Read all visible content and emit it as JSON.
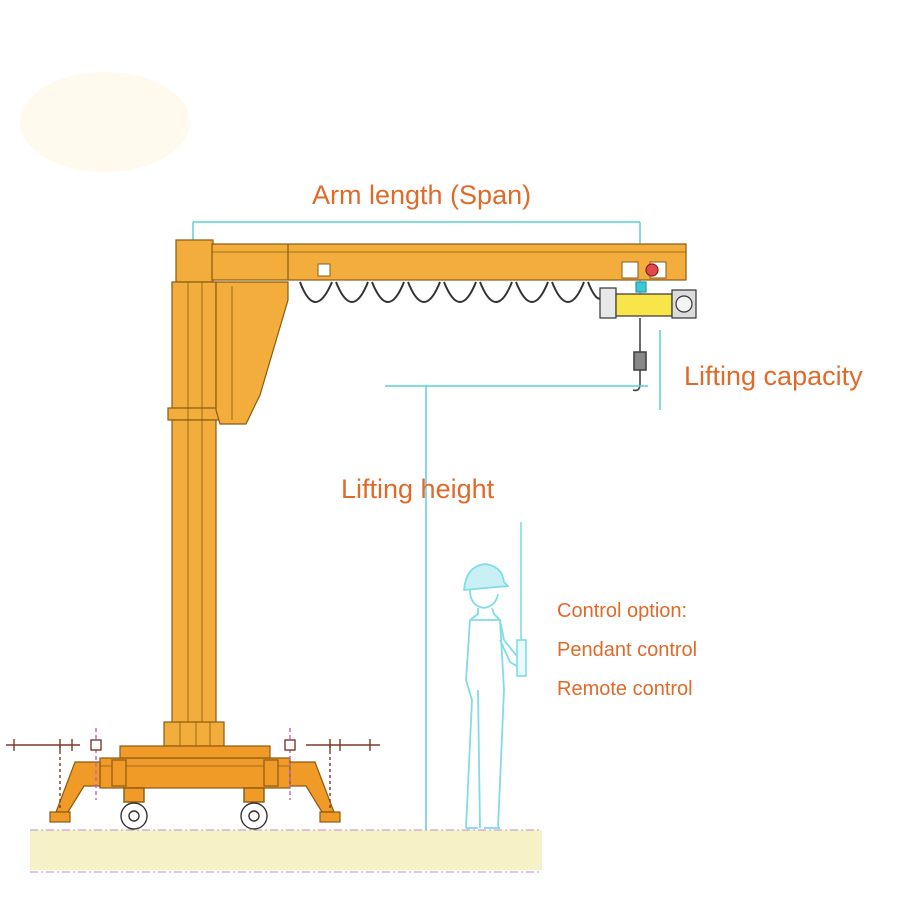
{
  "labels": {
    "arm_length": "Arm length (Span)",
    "lifting_capacity": "Lifting capacity",
    "lifting_height": "Lifting height",
    "control_title": "Control option:",
    "control_pendant": "Pendant control",
    "control_remote": "Remote control"
  },
  "colors": {
    "label_text": "#e06a2a",
    "crane_body": "#f2ad3c",
    "crane_outline": "#8a5a12",
    "base_beam": "#f09a28",
    "dimension_line": "#5ad1d6",
    "worker_outline": "#7fdde6",
    "hoist_yellow": "#f7e54a",
    "ground": "#f7f1c8"
  },
  "icons": {
    "worker": "worker-with-helmet-icon",
    "hoist": "electric-hoist-icon",
    "hook": "crane-hook-icon",
    "pendant": "pendant-controller-icon",
    "wheel": "caster-wheel-icon"
  }
}
